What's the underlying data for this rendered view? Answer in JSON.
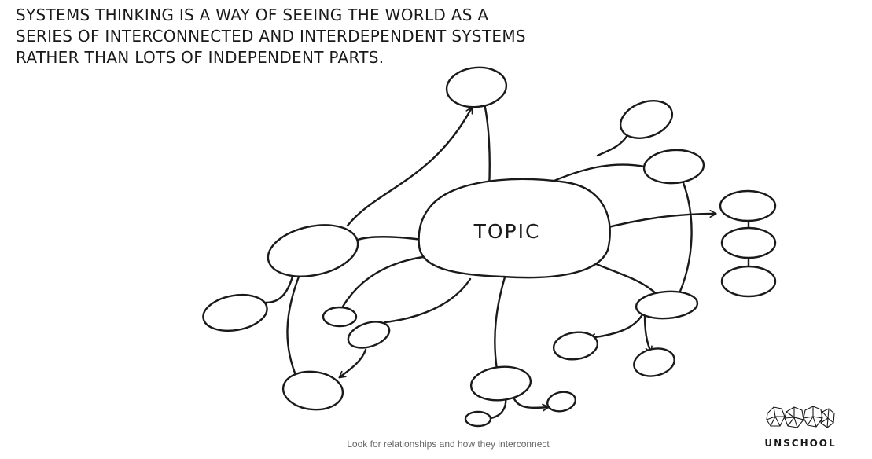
{
  "headline": {
    "line1": "SYSTEMS THINKING IS A WAY OF SEEING THE WORLD AS A",
    "line2": "SERIES OF INTERCONNECTED AND INTERDEPENDENT SYSTEMS",
    "line3": "RATHER THAN LOTS OF INDEPENDENT PARTS."
  },
  "diagram": {
    "center_label": "TOPIC"
  },
  "caption": "Look for relationships and how they interconnect",
  "brand": {
    "name": "UNSCHOOL"
  },
  "colors": {
    "ink": "#1a1a1a",
    "caption": "#666666",
    "background": "#ffffff"
  }
}
